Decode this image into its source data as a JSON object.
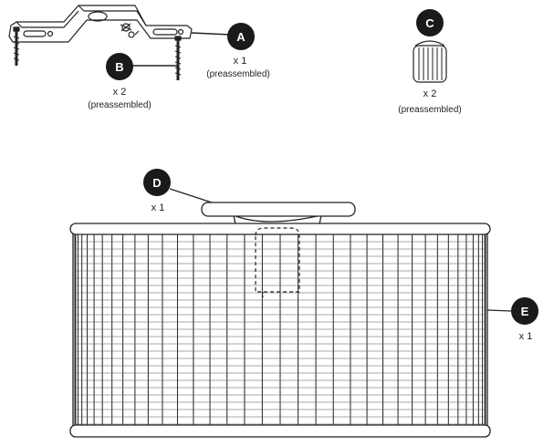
{
  "colors": {
    "stroke": "#222222",
    "badge": "#1a1a1a",
    "badge_text": "#ffffff",
    "background": "#ffffff"
  },
  "parts": [
    {
      "id": "A",
      "letter": "A",
      "quantity": "x 1",
      "note": "(preassembled)",
      "icon": "mounting-bracket-with-screws-icon"
    },
    {
      "id": "B",
      "letter": "B",
      "quantity": "x 2",
      "note": "(preassembled)",
      "icon": "mounting-screw-icon"
    },
    {
      "id": "C",
      "letter": "C",
      "quantity": "x 2",
      "note": "(preassembled)",
      "icon": "knurled-cap-nut-icon"
    },
    {
      "id": "D",
      "letter": "D",
      "quantity": "x 1",
      "note": "",
      "icon": "canopy-plate-icon"
    },
    {
      "id": "E",
      "letter": "E",
      "quantity": "x 1",
      "note": "",
      "icon": "cylindrical-grid-shade-icon"
    }
  ]
}
